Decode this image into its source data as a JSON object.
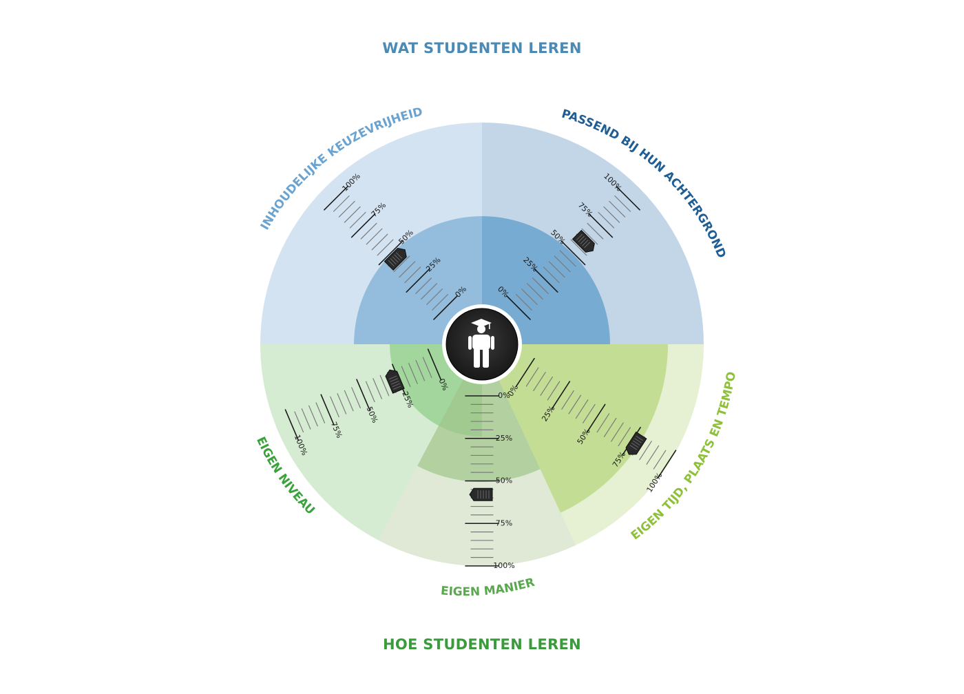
{
  "headings": {
    "top": "WAT STUDENTEN LEREN",
    "bottom": "HOE STUDENTEN LEREN"
  },
  "colors": {
    "top_heading": "#4a8ab5",
    "bottom_heading": "#3a9a3c",
    "knob": "#2a2a2a",
    "hub": "#1e1e1e"
  },
  "hub_icon": "student-graduate-icon",
  "slider_icon": "slider-knob-icon",
  "segments": [
    {
      "id": "keuzevrijheid",
      "label": "INHOUDELIJKE KEUZEVRIJHEID",
      "value_percent": 45,
      "label_color": "#6aa3cf",
      "outer_color": "#d3e3f1",
      "inner_color": "#7fb0d6",
      "ticks": [
        "0%",
        "25%",
        "50%",
        "75%",
        "100%"
      ]
    },
    {
      "id": "achtergrond",
      "label": "PASSEND BIJ HUN ACHTERGROND",
      "value_percent": 60,
      "label_color": "#1f5e95",
      "outer_color": "#c3d6e8",
      "inner_color": "#5f9ccb",
      "ticks": [
        "0%",
        "25%",
        "50%",
        "75%",
        "100%"
      ]
    },
    {
      "id": "tijd",
      "label": "EIGEN TIJD, PLAATS EN TEMPO",
      "value_percent": 78,
      "label_color": "#8ec03a",
      "outer_color": "#e6f1d3",
      "inner_color": "#acd06a",
      "ticks": [
        "0%",
        "25%",
        "50%",
        "75%",
        "100%"
      ]
    },
    {
      "id": "manier",
      "label": "EIGEN MANIER",
      "value_percent": 58,
      "label_color": "#5aa84e",
      "outer_color": "#dfe9d6",
      "inner_color": "#9fc48a",
      "ticks": [
        "0%",
        "25%",
        "50%",
        "75%",
        "100%"
      ]
    },
    {
      "id": "niveau",
      "label": "EIGEN NIVEAU",
      "value_percent": 28,
      "label_color": "#3aa23a",
      "outer_color": "#d6ecd2",
      "inner_color": "#8ccd86",
      "ticks": [
        "0%",
        "25%",
        "50%",
        "75%",
        "100%"
      ]
    }
  ]
}
